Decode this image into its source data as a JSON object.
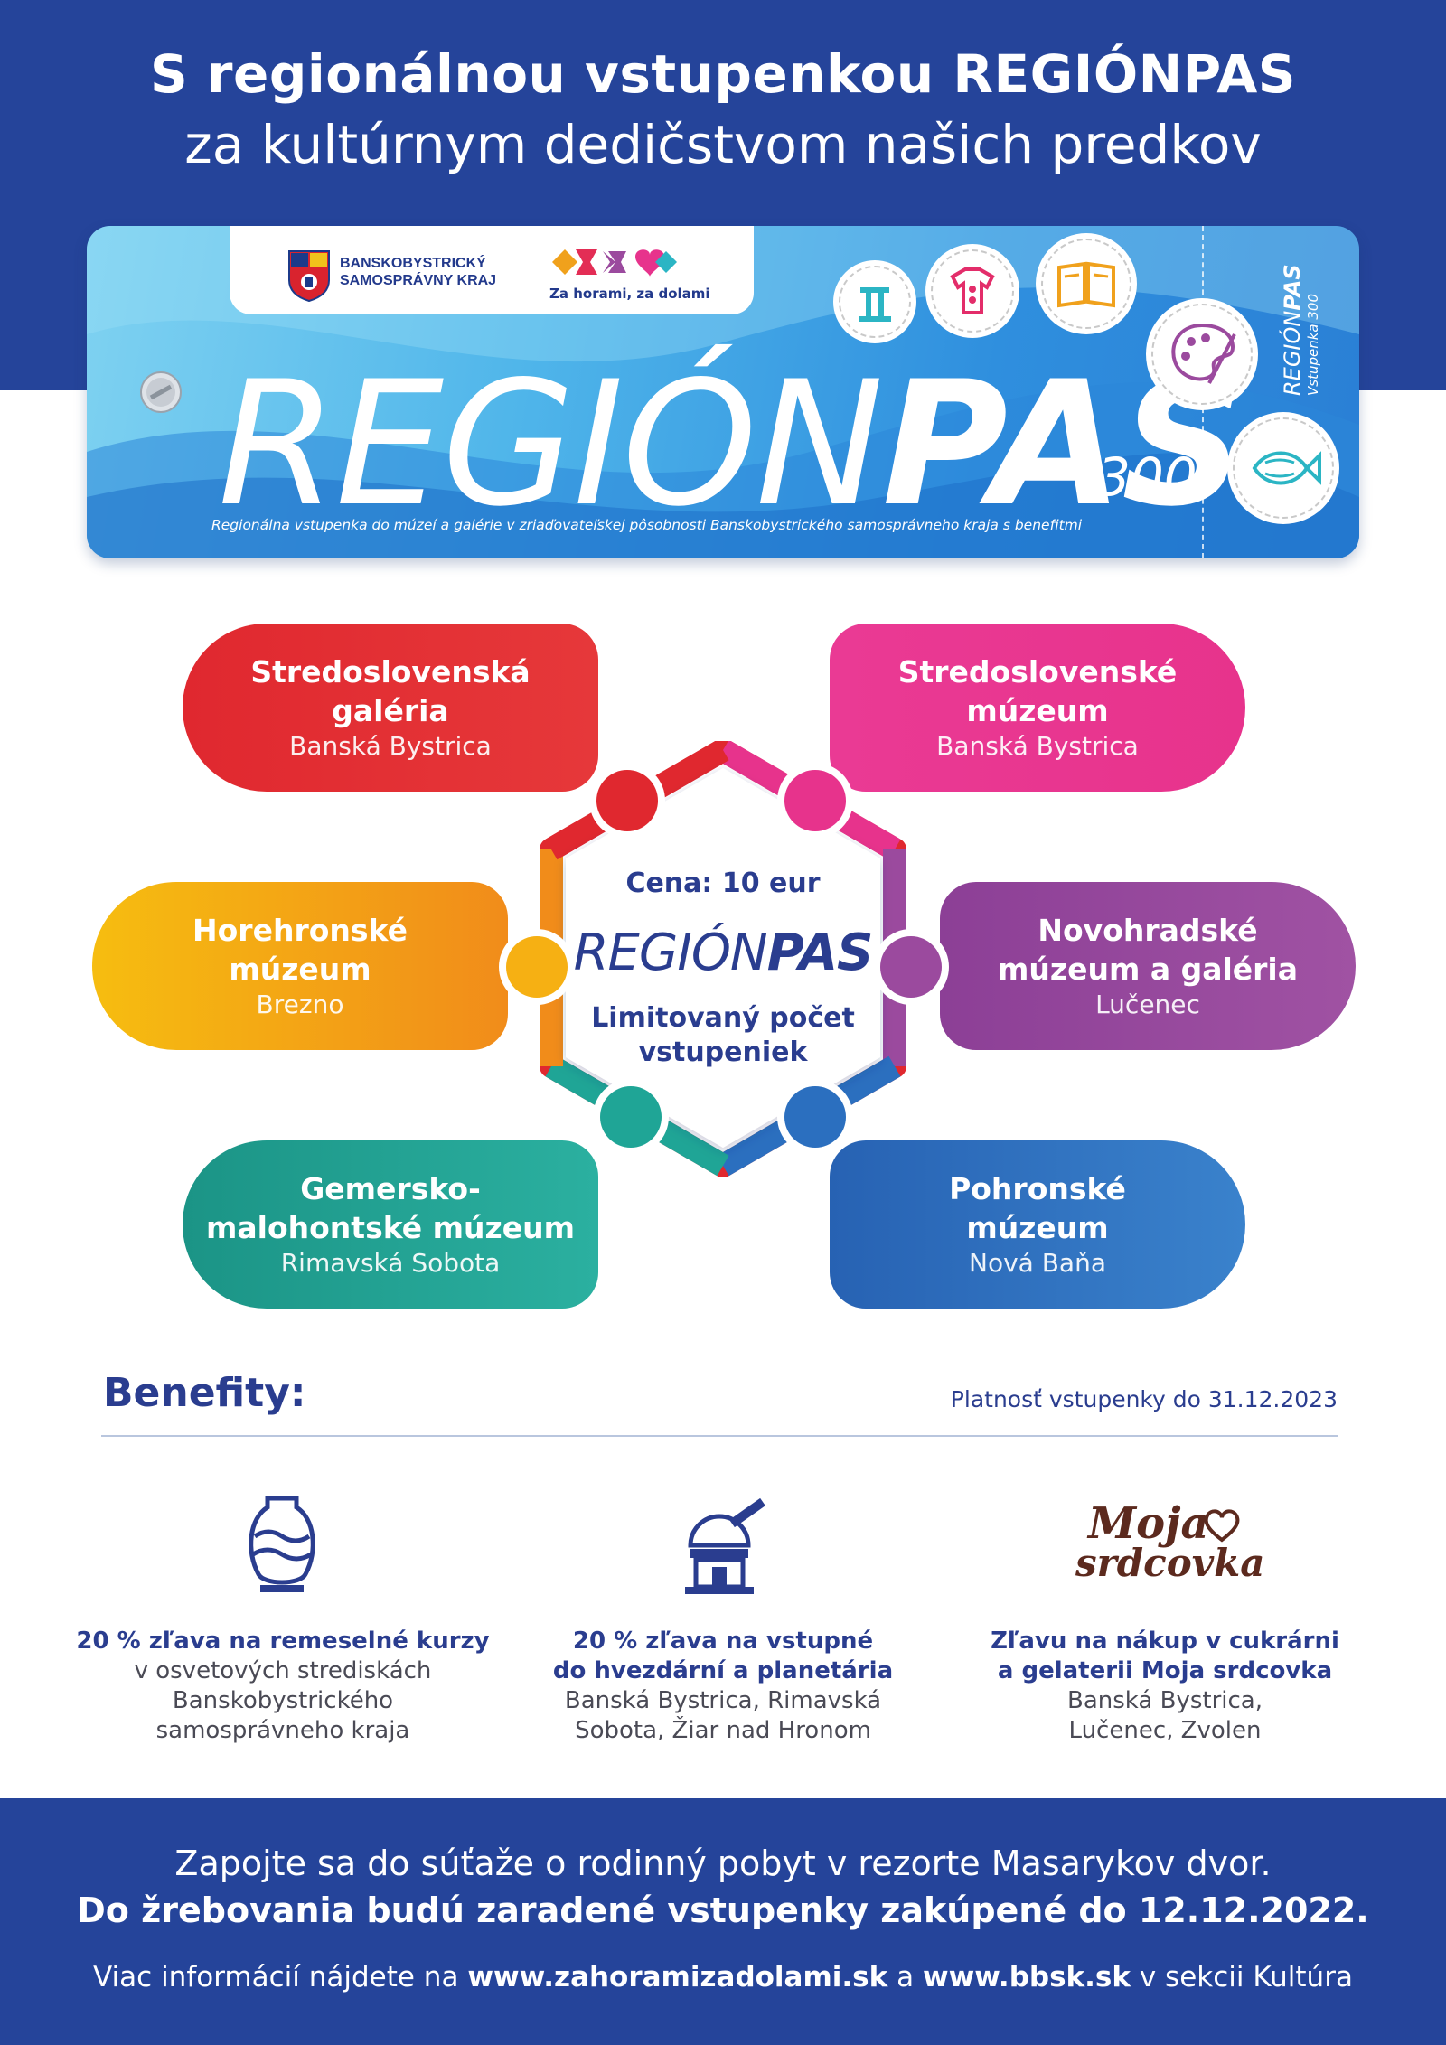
{
  "header": {
    "title_line1": "S regionálnou vstupenkou REGIÓNPAS",
    "title_line2": "za kultúrnym dedičstvom našich predkov"
  },
  "ticket": {
    "bbsk_line1": "BANSKOBYSTRICKÝ",
    "bbsk_line2": "SAMOSPRÁVNY KRAJ",
    "campaign_name": "Za horami, za dolami",
    "brand_light": "REGIÓN",
    "brand_bold": "PAS",
    "brand_number": "300",
    "caption": "Regionálna vstupenka do múzeí a galérie v zriaďovateľskej pôsobnosti Banskobystrického samosprávneho kraja s benefitmi",
    "stub_light": "REGIÓN",
    "stub_bold": "PAS",
    "stub_subtitle": "Vstupenka 300",
    "icons": [
      "column-icon",
      "folk-shirt-icon",
      "book-icon",
      "palette-icon",
      "fish-vase-icon"
    ]
  },
  "hub": {
    "price": "Cena: 10 eur",
    "brand_light": "REGIÓN",
    "brand_bold": "PAS",
    "note_line1": "Limitovaný počet",
    "note_line2": "vstupeniek"
  },
  "institutions": [
    {
      "name1": "Stredoslovenská",
      "name2": "galéria",
      "city": "Banská Bystrica",
      "color": "#e0282f"
    },
    {
      "name1": "Stredoslovenské",
      "name2": "múzeum",
      "city": "Banská Bystrica",
      "color": "#e7338c"
    },
    {
      "name1": "Horehronské",
      "name2": "múzeum",
      "city": "Brezno",
      "color": "#f4a013"
    },
    {
      "name1": "Novohradské",
      "name2": "múzeum a galéria",
      "city": "Lučenec",
      "color": "#9b4a9e"
    },
    {
      "name1": "Gemersko-",
      "name2": "malohontské múzeum",
      "city": "Rimavská Sobota",
      "color": "#1fa596"
    },
    {
      "name1": "Pohronské",
      "name2": "múzeum",
      "city": "Nová Baňa",
      "color": "#2b6fbf"
    }
  ],
  "benefits": {
    "title": "Benefity:",
    "validity": "Platnosť vstupenky do 31.12.2023",
    "items": [
      {
        "icon": "vase-icon",
        "title": "20 % zľava na remeselné kurzy",
        "lines": [
          "v osvetových strediskách",
          "Banskobystrického",
          "samosprávneho kraja"
        ]
      },
      {
        "icon": "observatory-icon",
        "title": "20 % zľava na vstupné",
        "title2": "do hvezdární a planetária",
        "lines": [
          "Banská Bystrica, Rimavská",
          "Sobota, Žiar nad Hronom"
        ]
      },
      {
        "icon": "moja-srdcovka-logo",
        "title": "Zľavu na nákup v cukrárni",
        "title2": "a gelaterii Moja srdcovka",
        "lines": [
          "Banská Bystrica,",
          "Lučenec, Zvolen"
        ]
      }
    ],
    "logo_text1": "Moja",
    "logo_text2": "srdcovka"
  },
  "footer": {
    "line1": "Zapojte sa do súťaže o rodinný pobyt v rezorte Masarykov dvor.",
    "line2": "Do žrebovania budú zaradené vstupenky zakúpené do 12.12.2022.",
    "line3_pre": "Viac informácií nájdete na ",
    "line3_link1": "www.zahoramizadolami.sk",
    "line3_mid": " a ",
    "line3_link2": "www.bbsk.sk",
    "line3_post": " v sekcii Kultúra"
  }
}
